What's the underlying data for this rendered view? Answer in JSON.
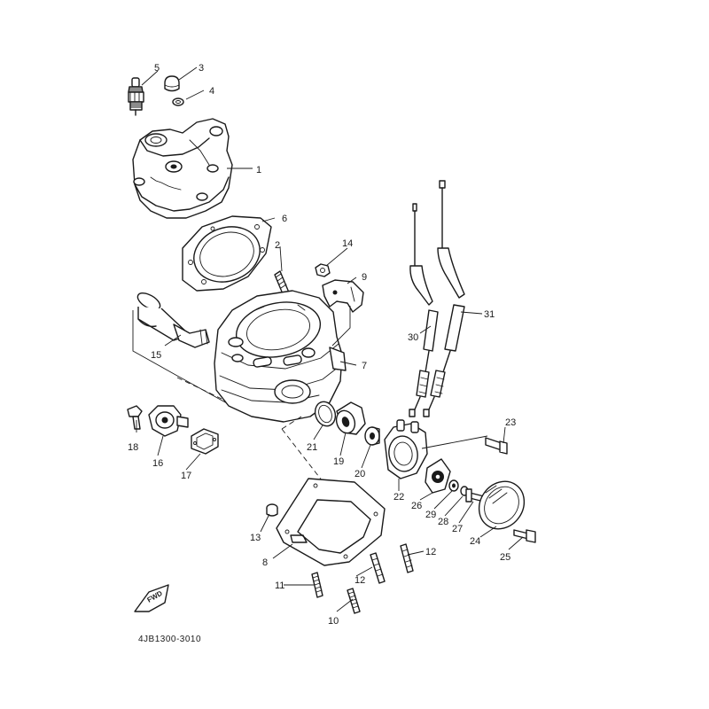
{
  "diagram": {
    "document_code": "4JB1300-3010",
    "direction_marker": "FWD",
    "callouts": [
      {
        "id": "p1",
        "label": "1"
      },
      {
        "id": "p2",
        "label": "2"
      },
      {
        "id": "p3",
        "label": "3"
      },
      {
        "id": "p4",
        "label": "4"
      },
      {
        "id": "p5",
        "label": "5"
      },
      {
        "id": "p6",
        "label": "6"
      },
      {
        "id": "p7",
        "label": "7"
      },
      {
        "id": "p8",
        "label": "8"
      },
      {
        "id": "p9",
        "label": "9"
      },
      {
        "id": "p10",
        "label": "10"
      },
      {
        "id": "p11",
        "label": "11"
      },
      {
        "id": "p12a",
        "label": "12"
      },
      {
        "id": "p12b",
        "label": "12"
      },
      {
        "id": "p13",
        "label": "13"
      },
      {
        "id": "p14",
        "label": "14"
      },
      {
        "id": "p15",
        "label": "15"
      },
      {
        "id": "p16",
        "label": "16"
      },
      {
        "id": "p17",
        "label": "17"
      },
      {
        "id": "p18",
        "label": "18"
      },
      {
        "id": "p19",
        "label": "19"
      },
      {
        "id": "p20",
        "label": "20"
      },
      {
        "id": "p21",
        "label": "21"
      },
      {
        "id": "p22",
        "label": "22"
      },
      {
        "id": "p23",
        "label": "23"
      },
      {
        "id": "p24",
        "label": "24"
      },
      {
        "id": "p25",
        "label": "25"
      },
      {
        "id": "p26",
        "label": "26"
      },
      {
        "id": "p27",
        "label": "27"
      },
      {
        "id": "p28",
        "label": "28"
      },
      {
        "id": "p29",
        "label": "29"
      },
      {
        "id": "p30",
        "label": "30"
      },
      {
        "id": "p31",
        "label": "31"
      }
    ]
  }
}
